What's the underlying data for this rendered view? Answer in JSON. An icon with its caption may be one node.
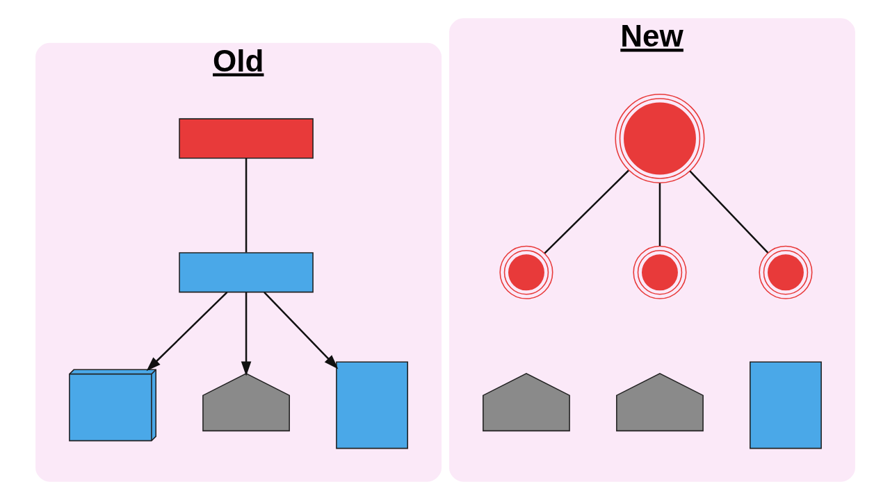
{
  "diagram": {
    "nodes": [
      {
        "text": [
          "Old"
        ]
      },
      {
        "text": [],
        "shape": "box",
        "in": 0
      },
      {
        "text": [],
        "shape": "box",
        "in": 0
      },
      {
        "text": [],
        "shape": "hospital",
        "in": 0
      },
      {
        "text": [],
        "shape": "factory",
        "in": 0
      },
      {
        "text": [],
        "shape": "building",
        "in": 0
      },
      {
        "text": [
          "New"
        ]
      },
      {
        "text": [],
        "shape": "target",
        "in": 6
      },
      {
        "text": [],
        "shape": "target",
        "in": 6
      },
      {
        "text": [],
        "shape": "target",
        "in": 6
      },
      {
        "text": [],
        "shape": "target",
        "in": 6
      },
      {
        "text": [],
        "shape": "factory",
        "in": 6
      },
      {
        "text": [],
        "shape": "factory",
        "in": 6
      },
      {
        "text": [],
        "shape": "building",
        "in": 6
      }
    ],
    "edges": [
      {
        "from": 1,
        "to": 2,
        "arrow": "none"
      },
      {
        "from": 2,
        "to": 3,
        "arrow": "to"
      },
      {
        "from": 2,
        "to": 4,
        "arrow": "to"
      },
      {
        "from": 2,
        "to": 5,
        "arrow": "to"
      },
      {
        "from": 7,
        "to": 8,
        "arrow": "none"
      },
      {
        "from": 7,
        "to": 9,
        "arrow": "none"
      },
      {
        "from": 7,
        "to": 10,
        "arrow": "none"
      }
    ]
  }
}
